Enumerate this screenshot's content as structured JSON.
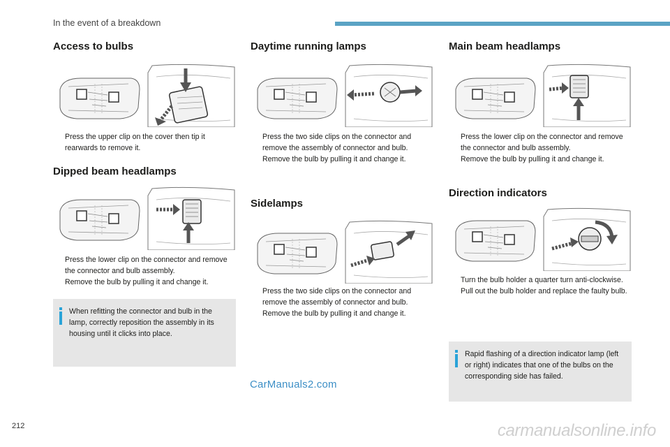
{
  "header": {
    "title": "In the event of a breakdown"
  },
  "sections": {
    "access_bulbs": {
      "title": "Access to bulbs",
      "steps": [
        "Press the upper clip on the cover then tip it rearwards to remove it."
      ]
    },
    "dipped_beam": {
      "title": "Dipped beam headlamps",
      "steps": [
        "Press the lower clip on the connector and remove the connector and bulb assembly.",
        "Remove the bulb by pulling it and change it."
      ],
      "note": "When refitting the connector and bulb in the lamp, correctly reposition the assembly in its housing until it clicks into place."
    },
    "daytime_running": {
      "title": "Daytime running lamps",
      "steps": [
        "Press the two side clips on the connector and remove the assembly of connector and bulb.",
        "Remove the bulb by pulling it and change it."
      ]
    },
    "sidelamps": {
      "title": "Sidelamps",
      "steps": [
        "Press the two side clips on the connector and remove the assembly of connector and bulb.",
        "Remove the bulb by pulling it and change it."
      ]
    },
    "main_beam": {
      "title": "Main beam headlamps",
      "steps": [
        "Press the lower clip on the connector and remove the connector and bulb assembly.",
        "Remove the bulb by pulling it and change it."
      ]
    },
    "direction_indicators": {
      "title": "Direction indicators",
      "steps": [
        "Turn the bulb holder a quarter turn anti-clockwise.",
        "Pull out the bulb holder and replace the faulty bulb."
      ],
      "note": "Rapid flashing of a direction indicator lamp (left or right) indicates that one of the bulbs on the corresponding side has failed."
    }
  },
  "bullet_glyph": "",
  "watermark": "CarManuals2.com",
  "page_number": "212",
  "footer_site": "carmanualsonline.info",
  "colors": {
    "accent": "#5aa3c4",
    "note_bg": "#e6e6e6",
    "note_icon": "#2aa3d8",
    "watermark": "#3d8fc6"
  }
}
